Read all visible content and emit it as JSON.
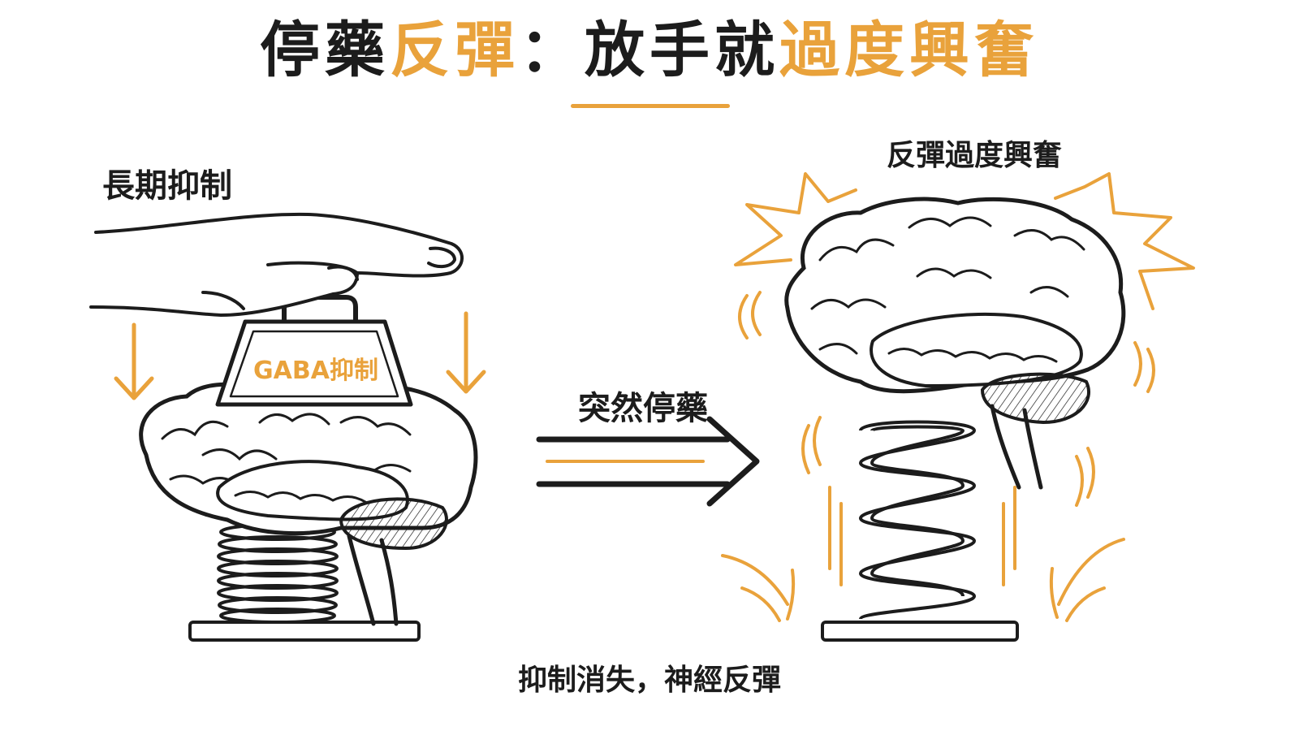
{
  "title": {
    "part1": "停藥",
    "part2": "反彈",
    "part3": "：放手就",
    "part4": "過度興奮"
  },
  "left_panel": {
    "label": "長期抑制",
    "weight_label": "GABA抑制"
  },
  "transition": {
    "label": "突然停藥"
  },
  "right_panel": {
    "label": "反彈過度興奮"
  },
  "caption": "抑制消失，神經反彈",
  "colors": {
    "accent": "#E9A23B",
    "ink": "#1c1c1c",
    "background": "#ffffff"
  },
  "icons": [
    "hand-icon",
    "weight-icon",
    "brain-icon",
    "spring-icon",
    "arrow-right-icon",
    "arrow-down-icon",
    "burst-icon"
  ]
}
